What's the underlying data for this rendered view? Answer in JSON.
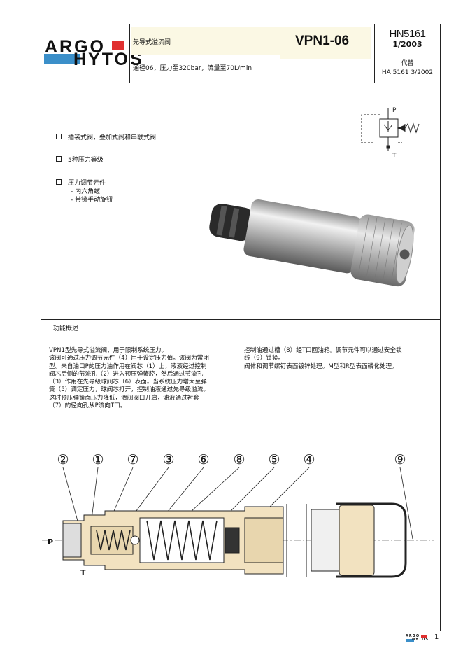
{
  "header": {
    "logo_line1": "ARGO",
    "logo_line2": "HYTOS",
    "product_desc": "先导式溢流阀",
    "model": "VPN1-06",
    "spec_line": "通径06，压力至320bar，流量至70L/min",
    "doc_code": "HN5161",
    "doc_date": "1/2003",
    "replaces_label": "代替",
    "replaces_doc": "HA 5161 3/2002"
  },
  "features": {
    "item1": "插装式阀，叠加式阀和串联式阀",
    "item2": "5种压力等级",
    "item3": "压力调节元件",
    "item3_sub1": "- 内六角螺",
    "item3_sub2": "- 带锁手动旋钮"
  },
  "symbol": {
    "port_p": "P",
    "port_t": "T"
  },
  "section_title": "功能概述",
  "description": {
    "left_lines": [
      "VPN1型先导式溢流阀，用于限制系统压力。",
      "该阀可通过压力调节元件（4）用于设定压力值。该阀为常闭",
      "型。来自油口P的压力油作用在阀芯（1）上，液液经过控制",
      "阀芯后侧的节流孔（2）进入预压弹簧腔，然后通过节流孔",
      "（3）作用在先导级球阀芯（6）表面。当系统压力增大至弹",
      "簧（5）调定压力，球阀芯打开，控制油液通过先导级溢流。",
      "这时预压弹簧面压力降低，滑阀阀口开启，油液通过衬套",
      "（7）的径向孔从P流向T口。"
    ],
    "right_lines": [
      "控制油通过槽（8）经T口回油箱。调节元件可以通过安全锁",
      "线（9）锁紧。",
      "阀体和调节螺钉表面镀锌处理。M型和R型表面磷化处理。"
    ]
  },
  "drawing": {
    "callouts": [
      "②",
      "①",
      "⑦",
      "③",
      "⑥",
      "⑧",
      "⑤",
      "④",
      "⑨"
    ],
    "port_p": "P",
    "port_t": "T"
  },
  "footer": {
    "page_number": "1",
    "logo_line1": "ARGO",
    "logo_line2": "HYTOS"
  }
}
